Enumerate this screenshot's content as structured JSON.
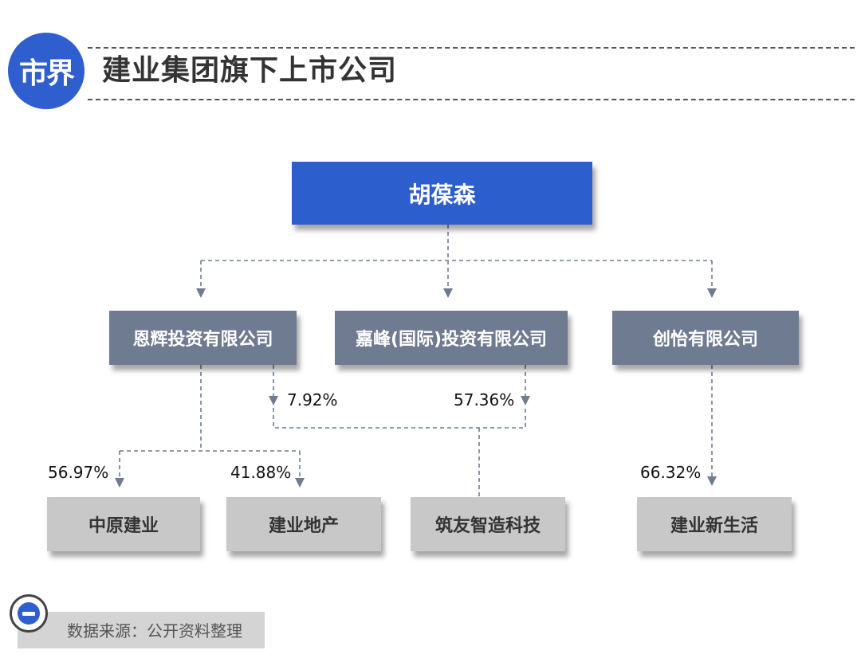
{
  "header": {
    "logo_text": "市界",
    "title": "建业集团旗下上市公司"
  },
  "root": {
    "name": "胡葆森"
  },
  "holdings": [
    {
      "name": "恩辉投资有限公司"
    },
    {
      "name": "嘉峰(国际)投资有限公司"
    },
    {
      "name": "创怡有限公司"
    }
  ],
  "companies": [
    {
      "name": "中原建业"
    },
    {
      "name": "建业地产"
    },
    {
      "name": "筑友智造科技"
    },
    {
      "name": "建业新生活"
    }
  ],
  "stakes": {
    "enhui_zhuyou": "7.92%",
    "jiafeng_zhuyou": "57.36%",
    "zhongyuan": "56.97%",
    "dichan": "41.88%",
    "xinshenghuo": "66.32%"
  },
  "footer": {
    "source": "数据来源：公开资料整理"
  },
  "colors": {
    "root": "#2c5fcd",
    "holding": "#6f7b91",
    "company": "#c8c8c8",
    "connector": "#6f7b91",
    "logo": "#2f5fcf"
  }
}
